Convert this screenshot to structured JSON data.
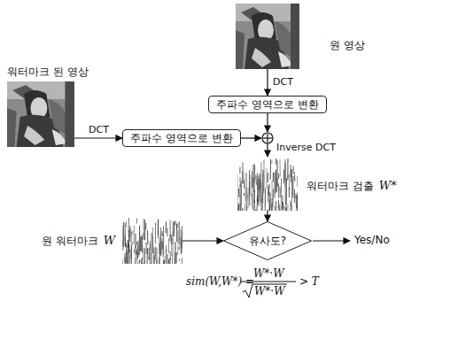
{
  "diagram": {
    "nodes": [
      {
        "text": [
          "원 영상"
        ]
      },
      {
        "text": [
          "주파수 영역으로 변환"
        ]
      },
      {
        "text": [
          "워터마크 된 영상"
        ]
      },
      {
        "text": [
          "주파수 영역으로 변환"
        ]
      },
      {
        "text": [
          "워터마크 검출",
          "W*"
        ]
      },
      {
        "text": [
          "원 워터마크",
          "W"
        ]
      },
      {
        "text": [
          "유사도?"
        ]
      }
    ],
    "edges": [
      {
        "from": 0,
        "to": 1,
        "arrow": "to",
        "label": "DCT"
      },
      {
        "from": 2,
        "to": 3,
        "arrow": "to",
        "label": "DCT"
      },
      {
        "from": 4,
        "to": 6,
        "arrow": "to"
      },
      {
        "from": 5,
        "to": 6,
        "arrow": "to"
      }
    ],
    "labels": [
      "Inverse DCT",
      "Yes/No",
      "sim(W,W*) =",
      "W*·W",
      "W*·W",
      "> T"
    ]
  }
}
